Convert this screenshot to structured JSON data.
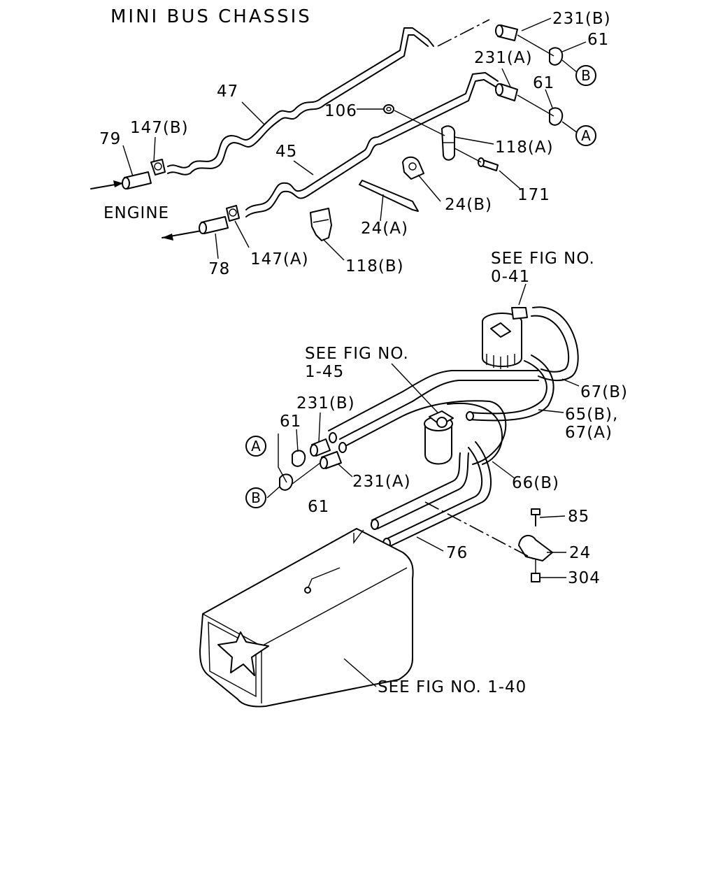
{
  "title": "MINI BUS CHASSIS",
  "engine_label": "ENGINE",
  "references": {
    "fig_0_41_line1": "SEE FIG NO.",
    "fig_0_41_line2": "0-41",
    "fig_1_45_line1": "SEE FIG NO.",
    "fig_1_45_line2": "1-45",
    "fig_1_40": "SEE FIG NO. 1-40"
  },
  "callouts": {
    "p231b_top": "231(B)",
    "p61_top_b": "61",
    "p231a_top": "231(A)",
    "p61_top_a": "61",
    "p47": "47",
    "p106": "106",
    "p118a": "118(A)",
    "p171": "171",
    "p79": "79",
    "p147b": "147(B)",
    "p45": "45",
    "p24b": "24(B)",
    "p24a": "24(A)",
    "p78": "78",
    "p147a": "147(A)",
    "p118b": "118(B)",
    "p67b": "67(B)",
    "p65b_67a_line1": "65(B),",
    "p65b_67a_line2": "67(A)",
    "p231b_low": "231(B)",
    "p61_low_a": "61",
    "p231a_low": "231(A)",
    "p61_low_b": "61",
    "p66b": "66(B)",
    "p85": "85",
    "p24": "24",
    "p304": "304",
    "p76": "76"
  },
  "connectors": {
    "a_top": "A",
    "b_top": "B",
    "a_low": "A",
    "b_low": "B"
  }
}
